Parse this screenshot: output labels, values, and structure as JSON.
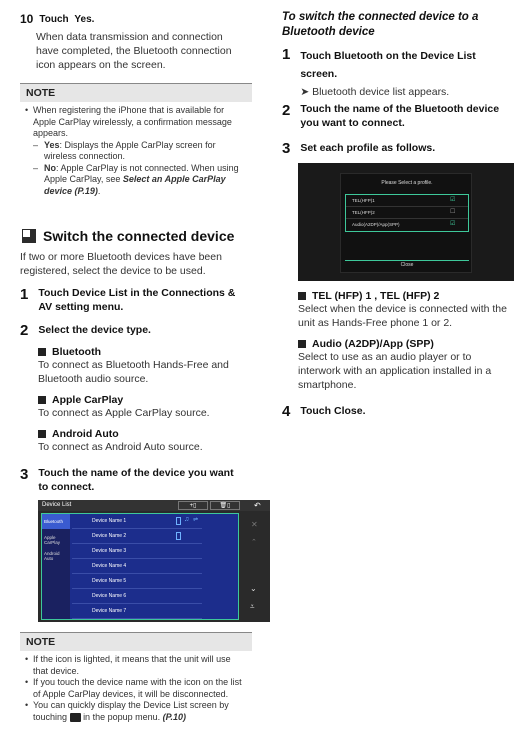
{
  "left": {
    "step10": {
      "num": "10",
      "prefix": "Touch",
      "action": "Yes",
      "suffix": ".",
      "body": "When data transmission and connection have completed, the Bluetooth connection icon appears on the screen."
    },
    "note1": {
      "title": "NOTE",
      "item": "When registering the iPhone that is available for Apple CarPlay wirelessly, a confirmation message appears.",
      "sub_yes_label": "Yes",
      "sub_yes_text": ": Displays the Apple CarPlay screen for wireless connection.",
      "sub_no_label": "No",
      "sub_no_text": ": Apple CarPlay is not connected. When using Apple CarPlay, see",
      "sub_no_link": "Select an Apple CarPlay device (P.19)",
      "sub_no_end": "."
    },
    "section_title": "Switch the connected device",
    "section_intro": "If two or more Bluetooth devices have been registered, select the device to be used.",
    "step1": {
      "num": "1",
      "prefix": "Touch",
      "action": "Device List",
      "suffix": "in the Connections & AV setting menu."
    },
    "step2": {
      "num": "2",
      "text": "Select the device type."
    },
    "types": [
      {
        "title": "Bluetooth",
        "desc": "To connect as Bluetooth Hands-Free and Bluetooth audio source."
      },
      {
        "title": "Apple CarPlay",
        "desc": "To connect as Apple CarPlay source."
      },
      {
        "title": "Android Auto",
        "desc": "To connect as Android Auto source."
      }
    ],
    "step3": {
      "num": "3",
      "text": "Touch the name of the device you want to connect."
    },
    "device_list": {
      "title": "Device List",
      "side": [
        "Bluetooth",
        "Apple CarPlay",
        "Android Auto"
      ],
      "devices": [
        "Device Name 1",
        "Device Name 2",
        "Device Name 3",
        "Device Name 4",
        "Device Name 5",
        "Device Name 6",
        "Device Name 7"
      ],
      "colors": {
        "bg": "#1c2d8c",
        "frame": "#3ec89a",
        "header": "#333333",
        "side_active": "#3a5bd0"
      }
    },
    "note2": {
      "title": "NOTE",
      "items": [
        "If the icon is lighted, it means that the unit will use that device.",
        "If you touch the device name with the icon on the list of Apple CarPlay devices, it will be disconnected."
      ],
      "last_pre": "You can quickly display the Device List screen by touching",
      "last_post": "in the popup menu.",
      "last_ref": "(P.10)"
    }
  },
  "right": {
    "heading": "To switch the connected device to a Bluetooth device",
    "step1": {
      "num": "1",
      "prefix": "Touch",
      "action": "Bluetooth",
      "suffix": "on the Device List screen.",
      "result": "Bluetooth device list appears."
    },
    "step2": {
      "num": "2",
      "text": "Touch the name of the Bluetooth device you want to connect."
    },
    "step3": {
      "num": "3",
      "text": "Set each profile as follows."
    },
    "profile_dialog": {
      "title": "Please Select a profile.",
      "rows": [
        "TEL(HFP)1",
        "TEL(HFP)2",
        "Audio(A2DP)/App(SPP)"
      ],
      "close": "Close",
      "colors": {
        "accent": "#3ec89a",
        "bg": "#111111"
      }
    },
    "profiles": [
      {
        "title": "TEL (HFP) 1 , TEL (HFP) 2",
        "desc": "Select when the device is connected with the unit as Hands-Free phone 1 or 2."
      },
      {
        "title": "Audio (A2DP)/App (SPP)",
        "desc": "Select to use as an audio player or to interwork with an application installed in a smartphone."
      }
    ],
    "step4": {
      "num": "4",
      "prefix": "Touch",
      "action": "Close",
      "suffix": "."
    }
  }
}
